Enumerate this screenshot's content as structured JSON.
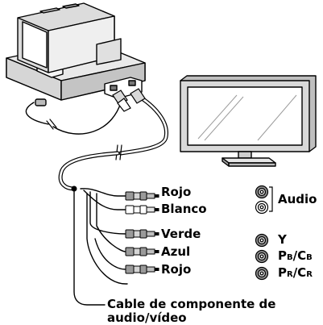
{
  "cable_labels": {
    "rojo_top": "Rojo",
    "blanco": "Blanco",
    "verde": "Verde",
    "azul": "Azul",
    "rojo_bottom": "Rojo"
  },
  "connector_labels": {
    "audio": "Audio",
    "y": "Y",
    "pb_main": "P",
    "pb_sub1": "B",
    "pb_sep": "/C",
    "pb_sub2": "B",
    "pr_main": "P",
    "pr_sub1": "R",
    "pr_sep": "/C",
    "pr_sub2": "R"
  },
  "cable_name": {
    "line1": "Cable de componente de",
    "line2": "audio/vídeo"
  },
  "colors": {
    "line": "#000000",
    "fill_light": "#f2f2f2",
    "fill_mid": "#d0d0d0",
    "fill_dark": "#8a8a8a",
    "jack_dark": "#6e6e6e"
  },
  "icons": {
    "device": "handheld-device-in-cradle-icon",
    "tv": "flat-panel-tv-icon",
    "jack": "rca-jack-icon"
  }
}
